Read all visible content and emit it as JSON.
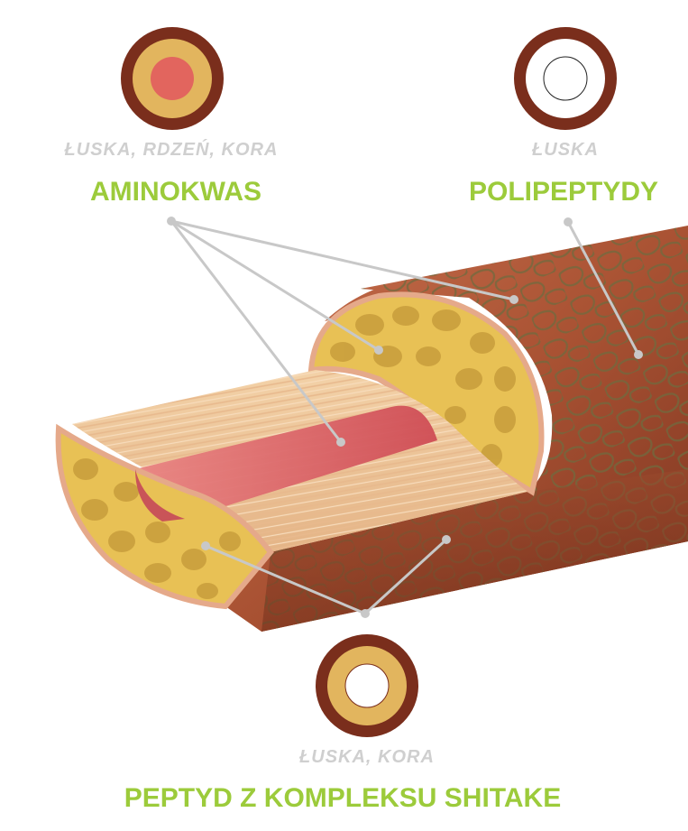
{
  "icons": [
    {
      "name": "scale-medulla-cortex-icon",
      "layers": [
        "scale",
        "cortex",
        "medulla"
      ]
    },
    {
      "name": "scale-only-icon",
      "layers": [
        "scale"
      ]
    },
    {
      "name": "scale-cortex-icon",
      "layers": [
        "scale",
        "cortex"
      ]
    }
  ],
  "captions": {
    "top_left": "ŁUSKA, RDZEŃ, KORA",
    "top_right": "ŁUSKA",
    "bottom": "ŁUSKA, KORA"
  },
  "labels": {
    "aminokwas": "AMINOKWAS",
    "polipeptydy": "POLIPEPTYDY",
    "peptyd": "PEPTYD Z KOMPLEKSU SHITAKE"
  },
  "colors": {
    "scale": "#7a2e1c",
    "cortex": "#e2b55e",
    "medulla": "#e2655e",
    "label_green": "#9ccb3b",
    "caption_grey": "#cfcfcf",
    "leader_line": "#c8c8c8"
  }
}
